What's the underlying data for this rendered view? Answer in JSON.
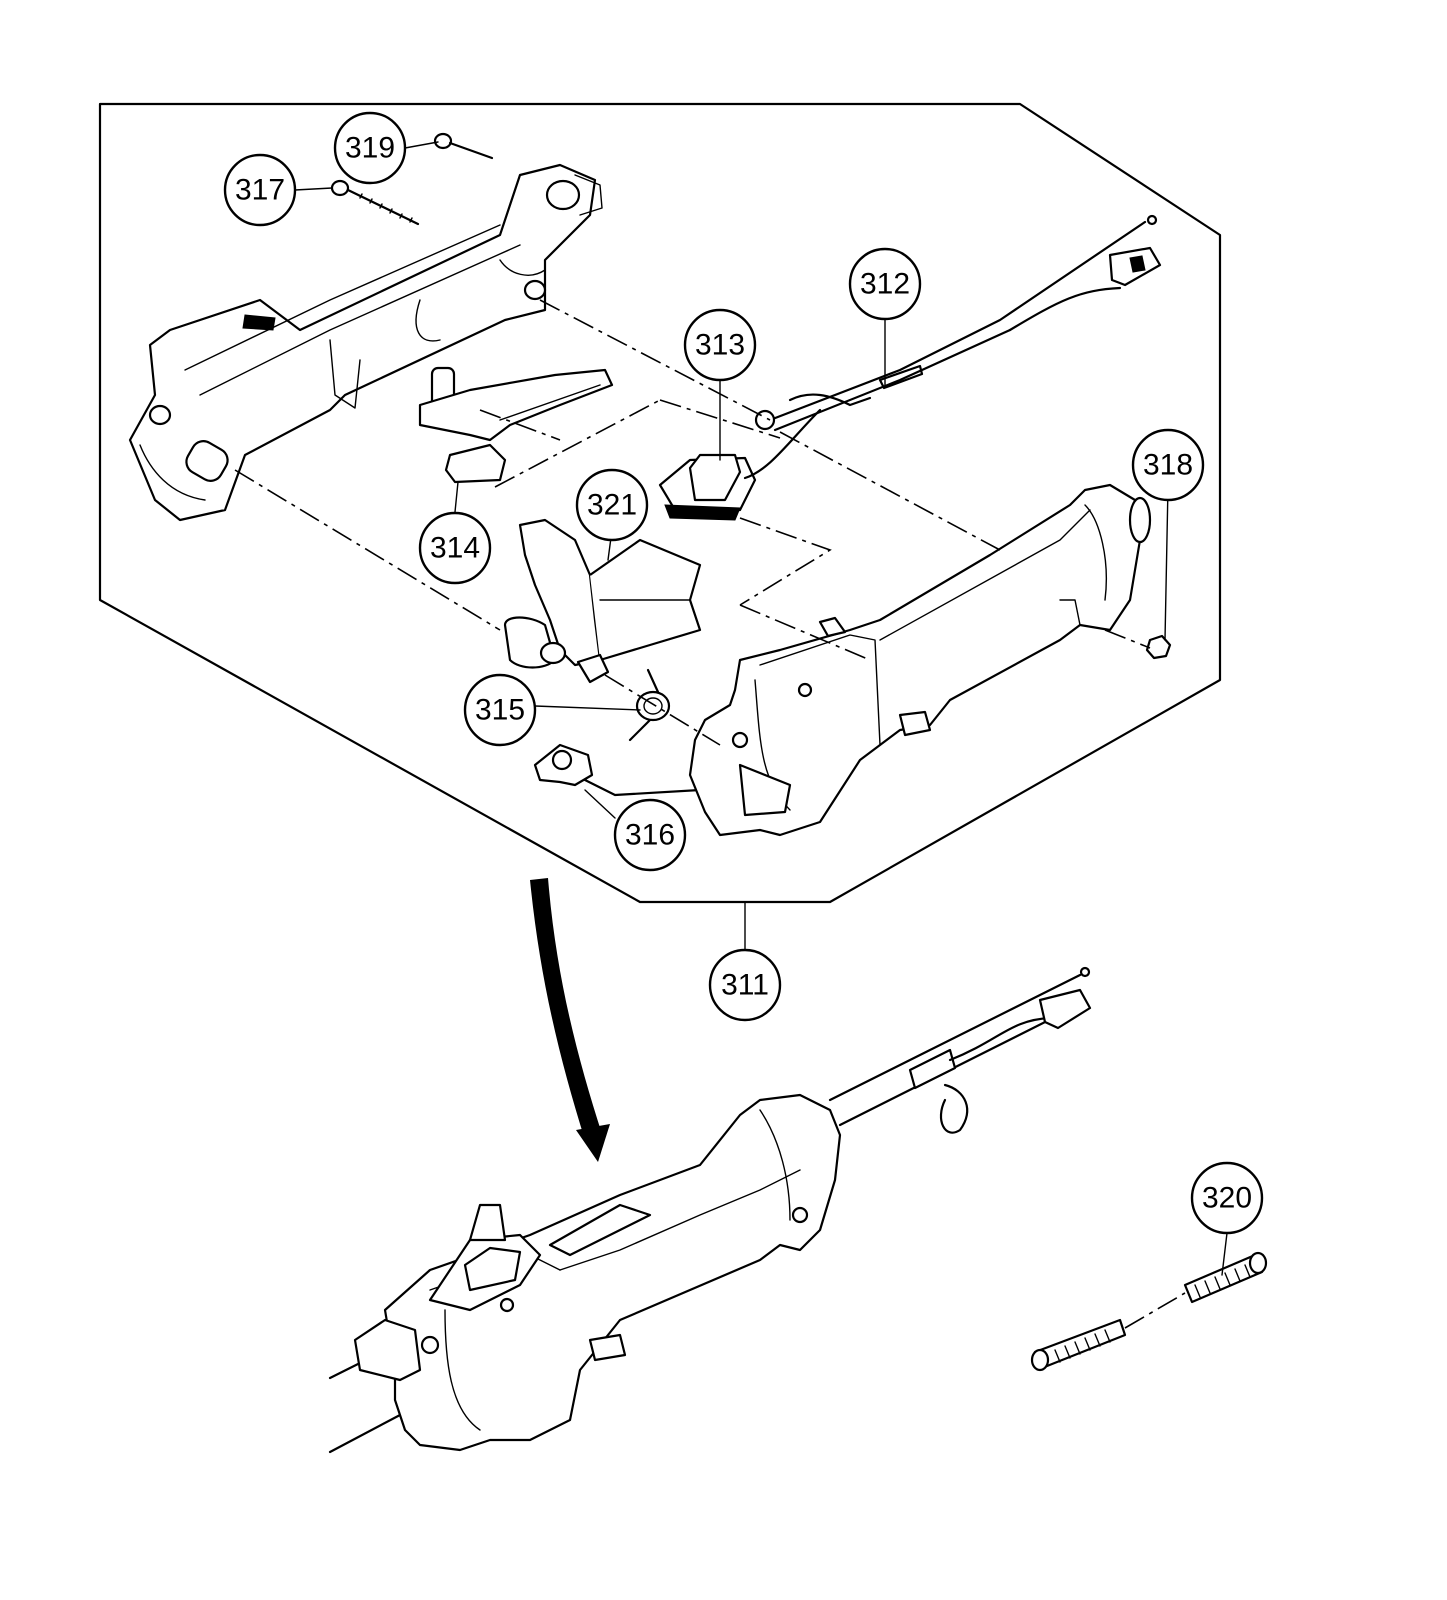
{
  "callouts": [
    {
      "id": "311",
      "label": "311"
    },
    {
      "id": "312",
      "label": "312"
    },
    {
      "id": "313",
      "label": "313"
    },
    {
      "id": "314",
      "label": "314"
    },
    {
      "id": "315",
      "label": "315"
    },
    {
      "id": "316",
      "label": "316"
    },
    {
      "id": "317",
      "label": "317"
    },
    {
      "id": "318",
      "label": "318"
    },
    {
      "id": "319",
      "label": "319"
    },
    {
      "id": "320",
      "label": "320"
    },
    {
      "id": "321",
      "label": "321"
    }
  ]
}
